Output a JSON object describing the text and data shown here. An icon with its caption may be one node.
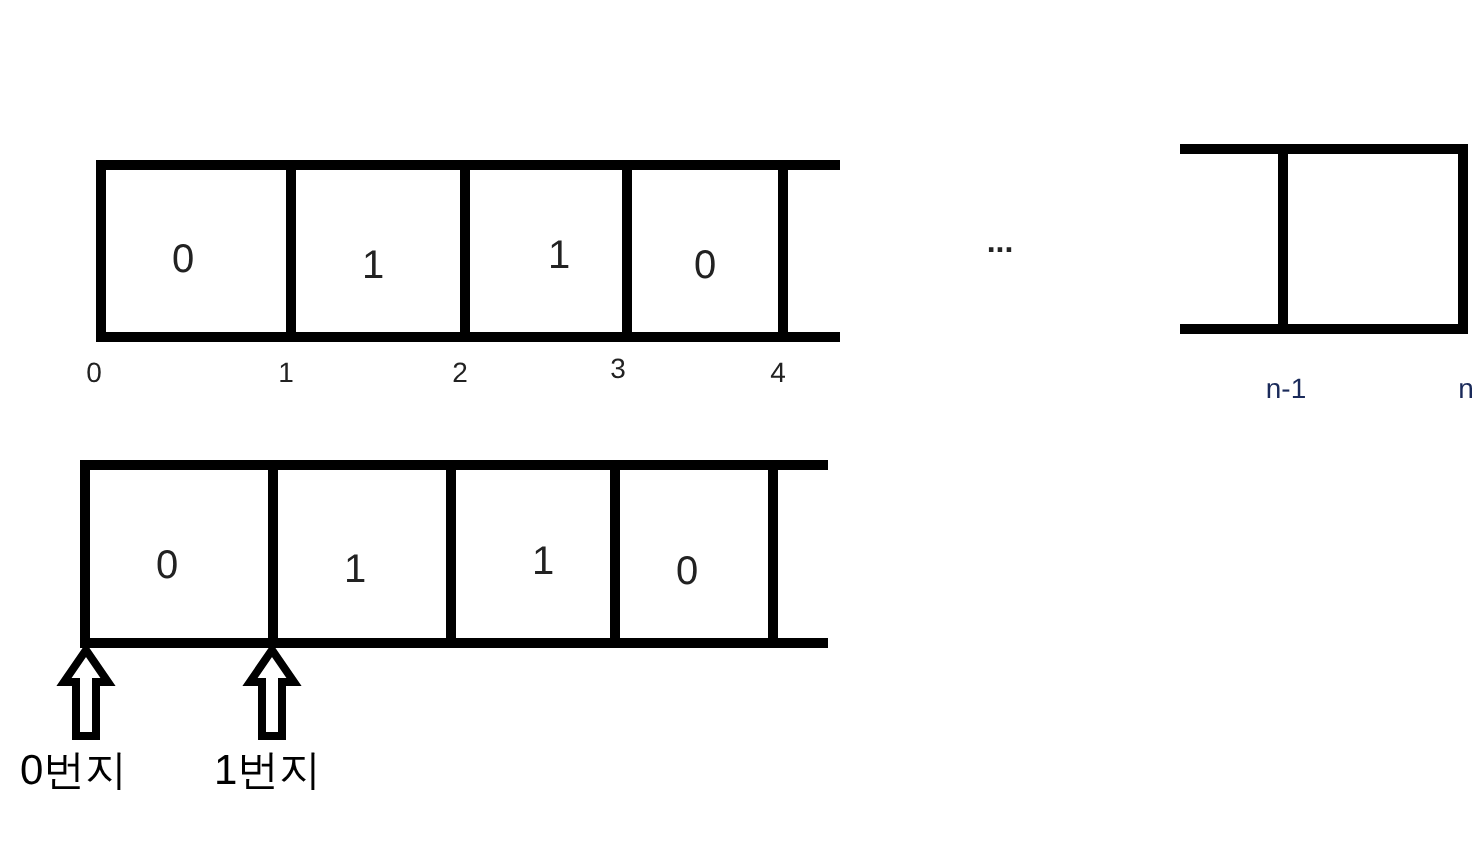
{
  "diagram": {
    "nodes": [
      {
        "text": [
          "0"
        ]
      },
      {
        "text": [
          "1"
        ]
      },
      {
        "text": [
          "1"
        ]
      },
      {
        "text": [
          "0"
        ]
      },
      {
        "text": [],
        "shape": "box"
      },
      {
        "text": [
          "0"
        ]
      },
      {
        "text": [
          "1"
        ]
      },
      {
        "text": [
          "1"
        ]
      },
      {
        "text": [
          "0"
        ]
      },
      {
        "text": [
          "0번지"
        ]
      },
      {
        "text": [
          "1번지"
        ]
      }
    ],
    "edges": [
      {
        "from": 9,
        "to": 5,
        "arrow": "to"
      },
      {
        "from": 10,
        "to": 6,
        "arrow": "to"
      }
    ],
    "labels": [
      "0",
      "1",
      "2",
      "3",
      "4",
      "...",
      "n-1",
      "n"
    ]
  }
}
